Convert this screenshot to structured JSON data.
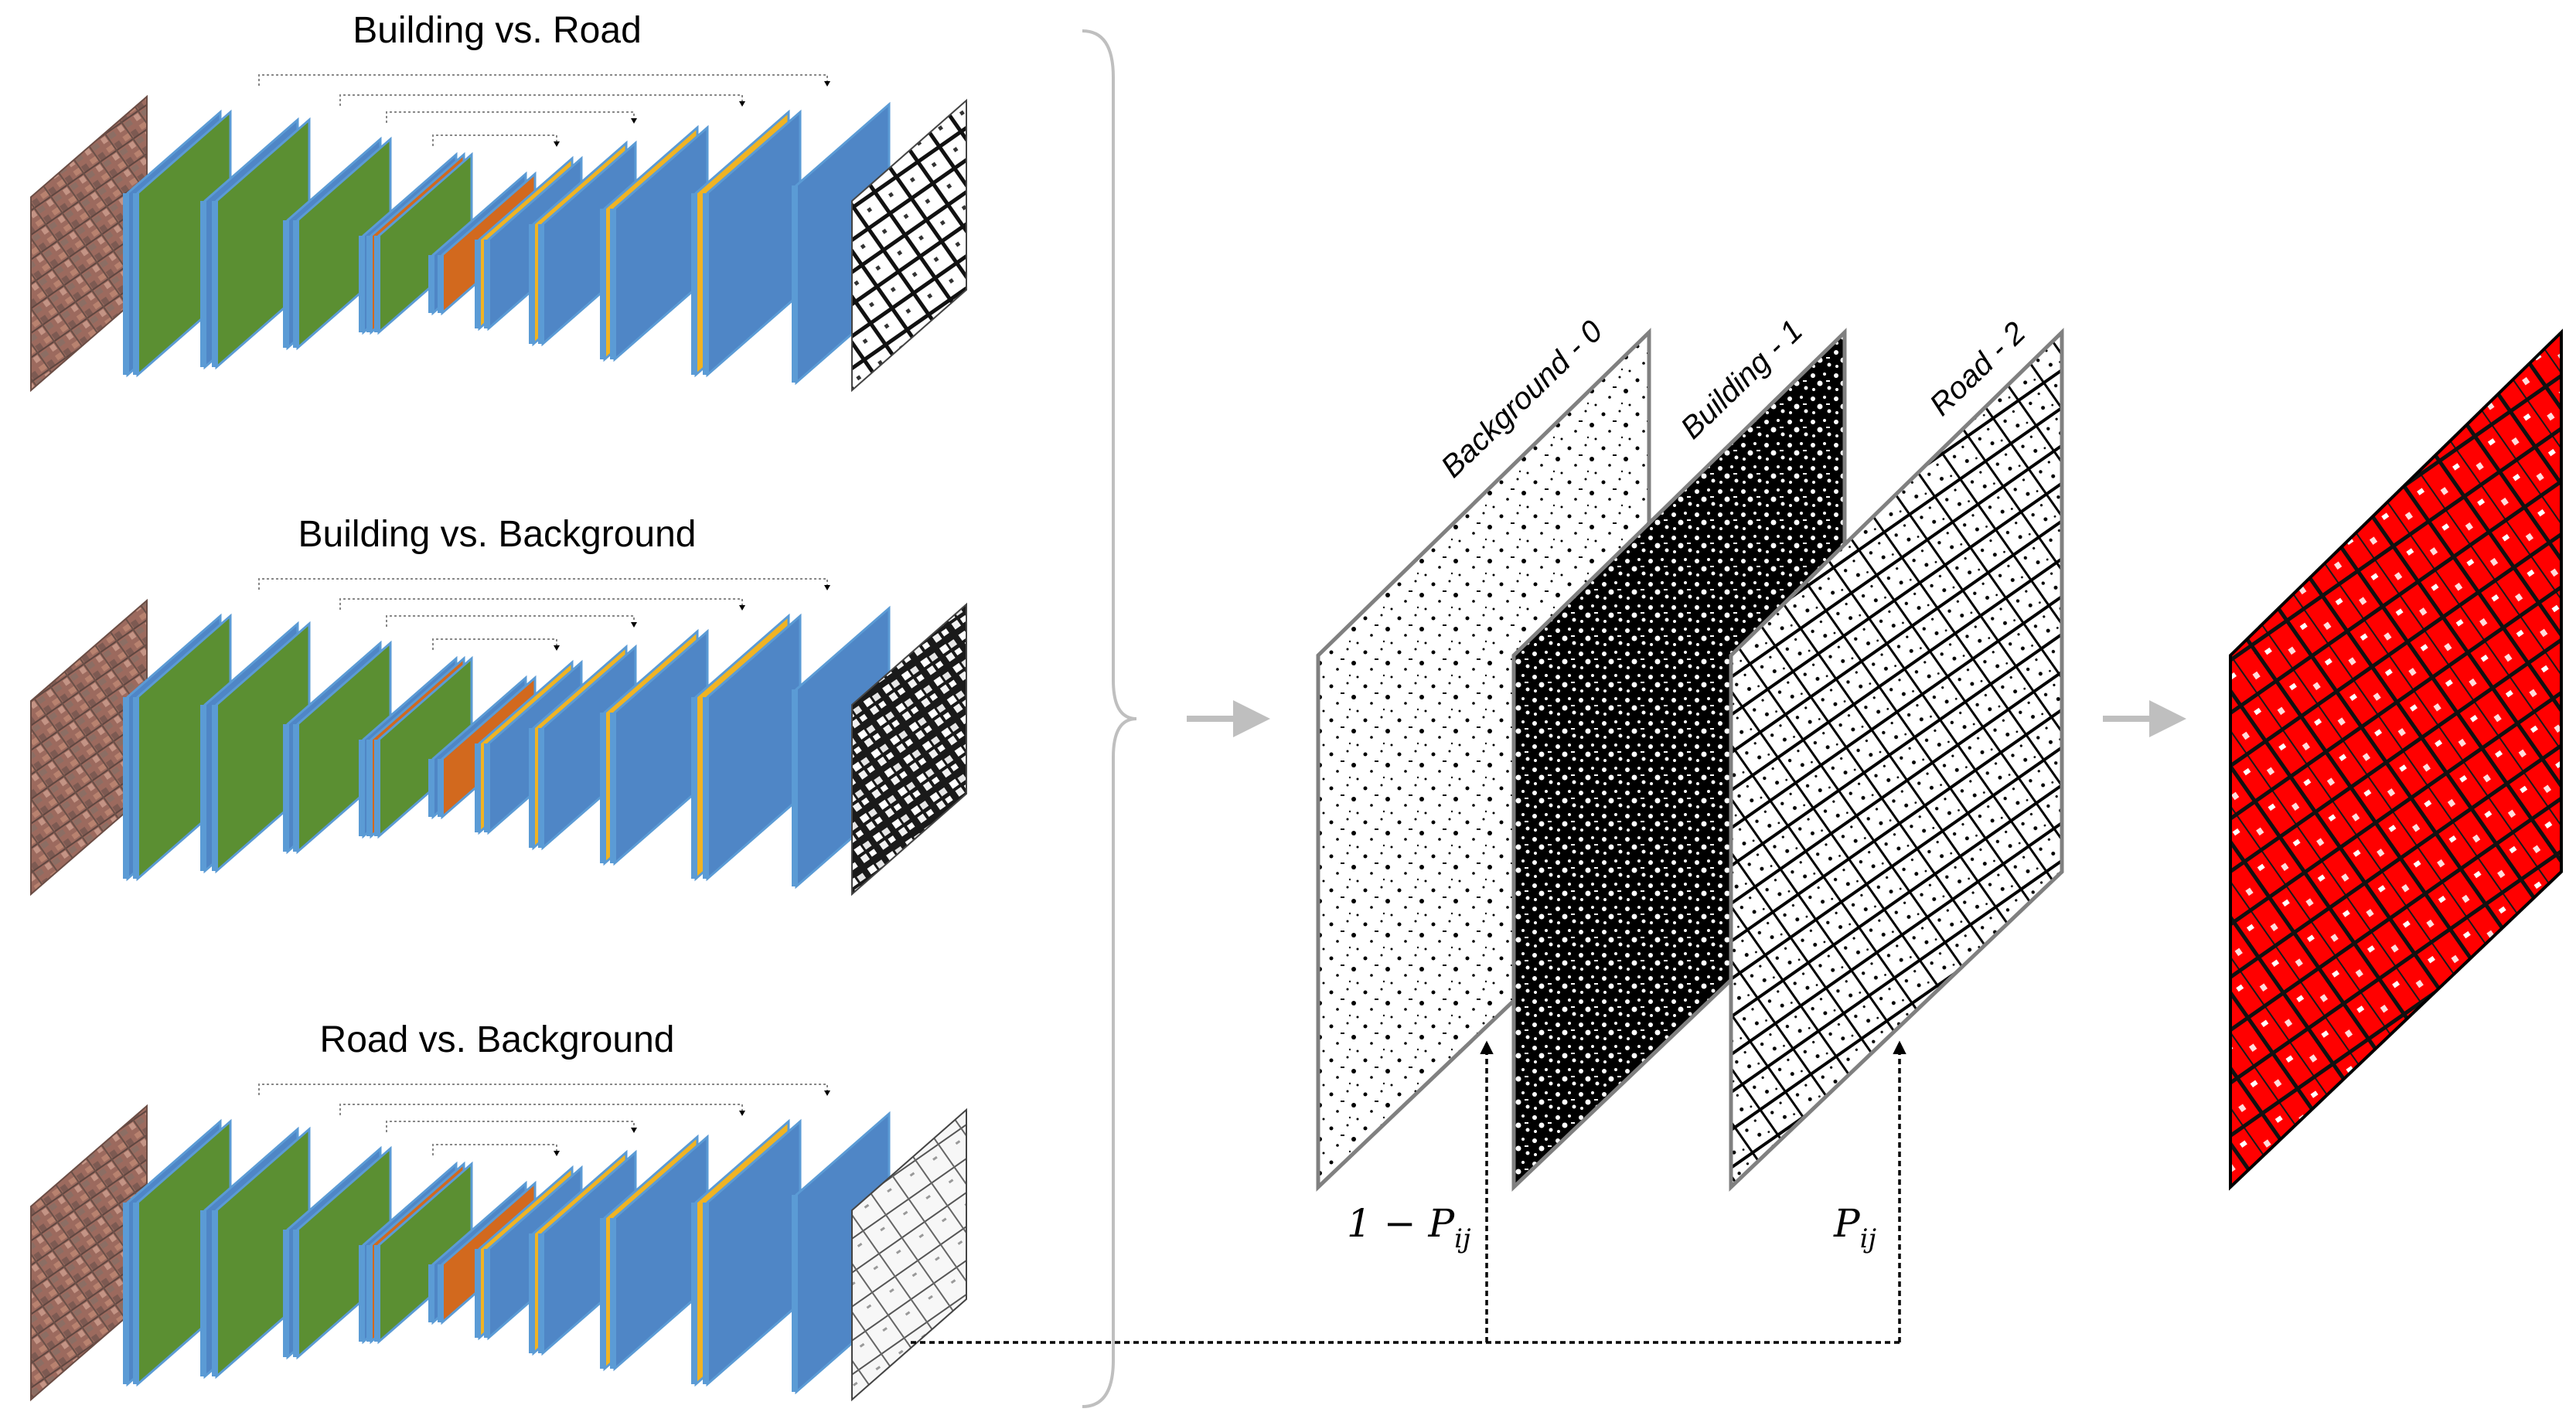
{
  "networks": [
    {
      "title": "Building vs. Road"
    },
    {
      "title": "Building vs. Background"
    },
    {
      "title": "Road vs. Background"
    }
  ],
  "probability_maps": [
    {
      "label": "Background - 0"
    },
    {
      "label": "Building - 1"
    },
    {
      "label": "Road - 2"
    }
  ],
  "formula_left": {
    "base": "1 − P",
    "sub": "ij"
  },
  "formula_right": {
    "base": "P",
    "sub": "ij"
  },
  "colors": {
    "conv_blue": "#4f86c6",
    "conv_blue_side": "#5b9bd5",
    "green": "#5b8f32",
    "orange": "#d2691e",
    "yellow": "#f0b323",
    "arrow_gray": "#bfbfbf",
    "brace_gray": "#bfbfbf",
    "result_red": "#ff0000"
  }
}
